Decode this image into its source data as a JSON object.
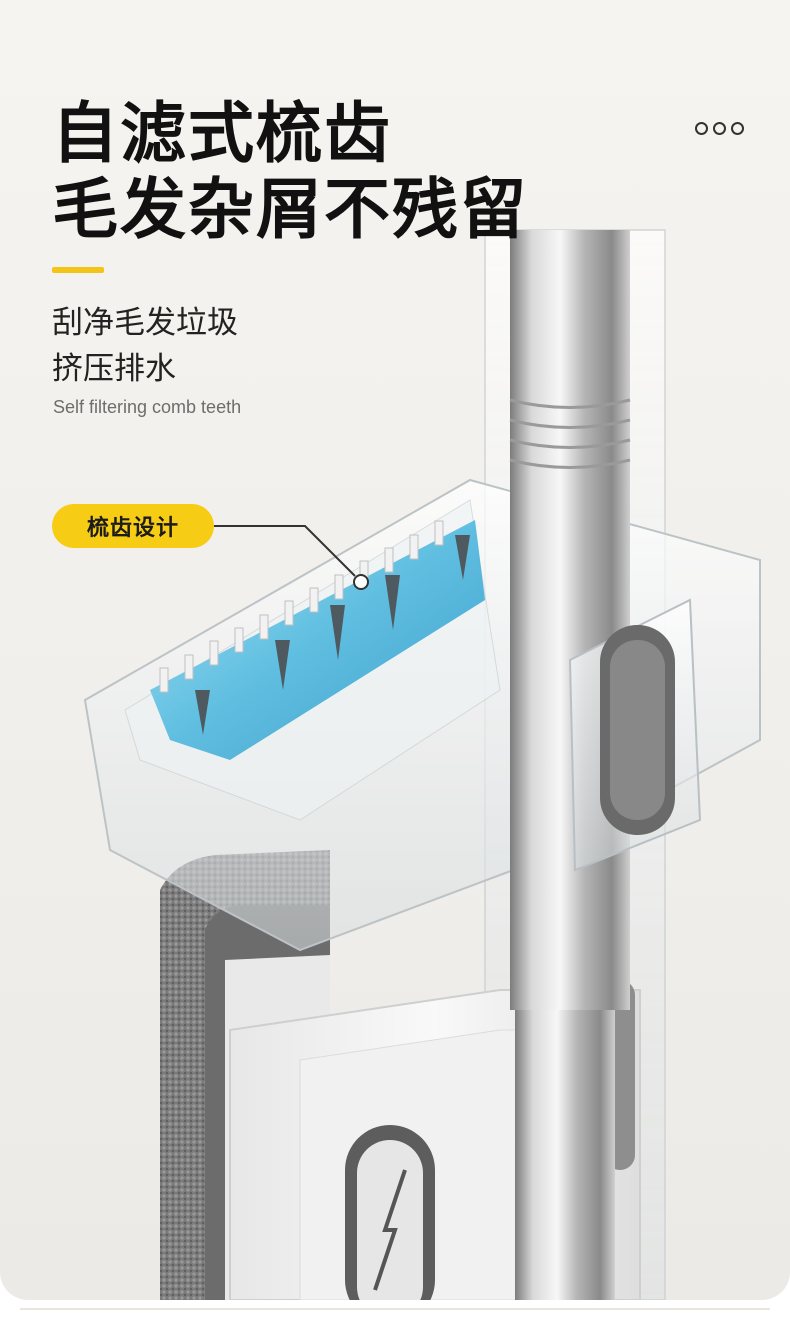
{
  "headline": {
    "line1": "自滤式梳齿",
    "line2": "毛发杂屑不残留"
  },
  "features": {
    "line1": "刮净毛发垃圾",
    "line2": "挤压排水"
  },
  "english_caption": "Self filtering comb teeth",
  "callout_label": "梳齿设计",
  "colors": {
    "accent": "#f5c418",
    "badge": "#f7cc14",
    "blue_insert": "#5fc6e6",
    "pad_gray": "#6f6f6f",
    "pole_silver": "#c7c7c7"
  },
  "icons": {
    "menu": "more-dots-icon",
    "brand": "brand-logo-icon"
  }
}
